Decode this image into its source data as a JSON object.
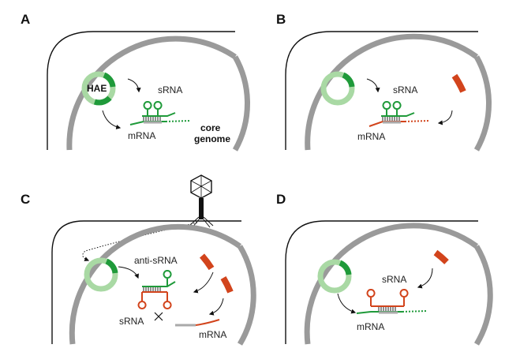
{
  "panels": {
    "a": {
      "label": "A",
      "hae": "HAE",
      "srna": "sRNA",
      "mrna": "mRNA",
      "core_line1": "core",
      "core_line2": "genome"
    },
    "b": {
      "label": "B",
      "srna": "sRNA",
      "mrna": "mRNA"
    },
    "c": {
      "label": "C",
      "anti_srna": "anti-sRNA",
      "srna": "sRNA",
      "mrna": "mRNA"
    },
    "d": {
      "label": "D",
      "srna": "sRNA",
      "mrna": "mRNA"
    }
  },
  "colors": {
    "genome": "#9a9a9a",
    "hae_light": "#a9d9a4",
    "hae_dark": "#1f9a3a",
    "host_red": "#d2441c",
    "cell_outline": "#111111",
    "pairing": "#222222"
  }
}
